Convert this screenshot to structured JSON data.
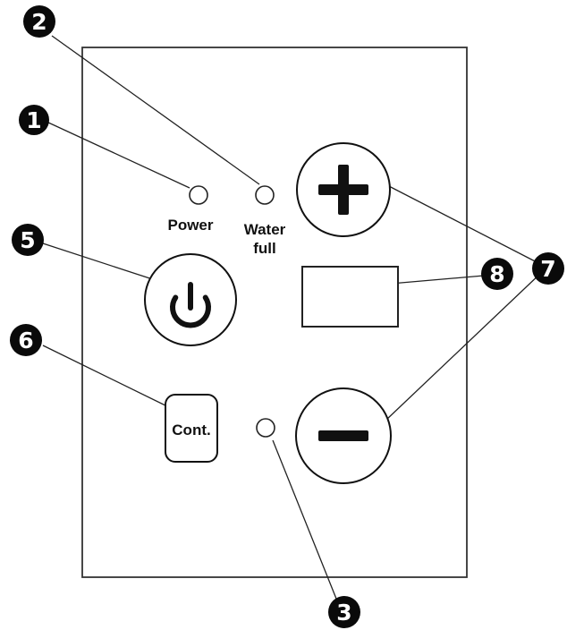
{
  "labels": {
    "power_led": "Power",
    "water_full_line1": "Water",
    "water_full_line2": "full",
    "cont_button": "Cont."
  },
  "callouts": {
    "c1": "1",
    "c2": "2",
    "c3": "3",
    "c5": "5",
    "c6": "6",
    "c7": "7",
    "c8": "8"
  },
  "icons": {
    "plus_button": "plus-icon",
    "minus_button": "minus-icon",
    "power_button": "power-icon"
  },
  "colors": {
    "badge": "#0a0a0a",
    "line": "#222222",
    "background": "#ffffff"
  }
}
